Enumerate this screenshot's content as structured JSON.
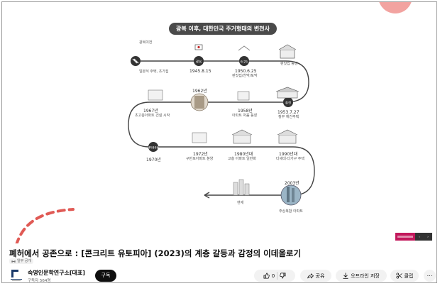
{
  "video": {
    "header": "광복 이후, 대한민국 주거형태의 변천사",
    "nodes": [
      {
        "id": "n1",
        "tag": "광복이전",
        "date": "",
        "desc": "일본식 주택, 초가집"
      },
      {
        "id": "n2",
        "tag": "광복",
        "date": "1945.8.15",
        "desc": ""
      },
      {
        "id": "n3",
        "tag": "6·25",
        "date": "1950.6.25",
        "desc": "판잣집/천막/토막"
      },
      {
        "id": "n4",
        "tag": "",
        "date": "",
        "desc": "판잣집 등장"
      },
      {
        "id": "n5",
        "tag": "",
        "date": "1962년",
        "desc": ""
      },
      {
        "id": "n6",
        "tag": "",
        "date": "1958년",
        "desc": "아파트 처음 등장"
      },
      {
        "id": "n7",
        "tag": "휴전",
        "date": "1953.7.27",
        "desc": "정부 재건주택"
      },
      {
        "id": "n8",
        "tag": "",
        "date": "1967년",
        "desc": "초고층아파트 건설 시작"
      },
      {
        "id": "n9",
        "tag": "새마을운동",
        "date": "1970년",
        "desc": ""
      },
      {
        "id": "n10",
        "tag": "",
        "date": "1972년",
        "desc": "구반포아파트 분양"
      },
      {
        "id": "n11",
        "tag": "",
        "date": "1980년대",
        "desc": "고층 아파트 일반화"
      },
      {
        "id": "n12",
        "tag": "",
        "date": "1990년대",
        "desc": "다세대·다가구 주택"
      },
      {
        "id": "n13",
        "tag": "",
        "date": "2003년",
        "desc": "주상복합 아파트"
      },
      {
        "id": "n14",
        "tag": "",
        "date": "현재",
        "desc": ""
      }
    ],
    "controls": {
      "prev": "‹",
      "next": "›"
    }
  },
  "title": "폐허에서 공존으로 : [콘크리트 유토피아] (2023)의 계층 갈등과 감정의 이데올로기",
  "visibility_badge": "일부 공개",
  "channel": {
    "name": "숙명인문학연구소[대표]",
    "subscribers": "구독자 564명",
    "subscribe_label": "구독"
  },
  "actions": {
    "like_count": "0",
    "share": "공유",
    "offline": "오프라인 저장",
    "clip": "클립",
    "more": "⋯"
  },
  "colors": {
    "accent_red": "#e05a55",
    "deco_pink": "#f2a3a0",
    "dark": "#0f0f0f",
    "magenta": "#c2185b"
  }
}
